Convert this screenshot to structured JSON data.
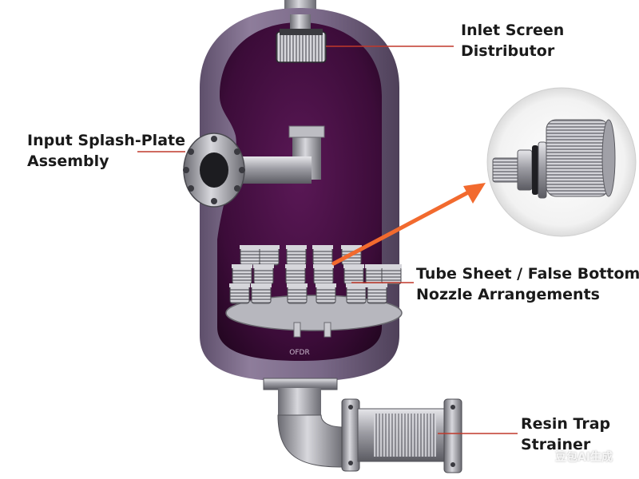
{
  "labels": {
    "inlet": [
      "Inlet Screen",
      "Distributor"
    ],
    "splash": [
      "Input Splash-Plate",
      "Assembly"
    ],
    "tube": [
      "Tube Sheet / False Bottom",
      "Nozzle Arrangements"
    ],
    "resin": [
      "Resin Trap",
      "Strainer"
    ]
  },
  "vessel_marking": "OFDR",
  "watermark": "豆包AI生成",
  "colors": {
    "vessel_shell": "#7d6b8a",
    "vessel_interior": "#3f0f3d",
    "leader_line": "#c0392b",
    "arrow": "#f26a2e",
    "steel": "#a8a8ae"
  }
}
